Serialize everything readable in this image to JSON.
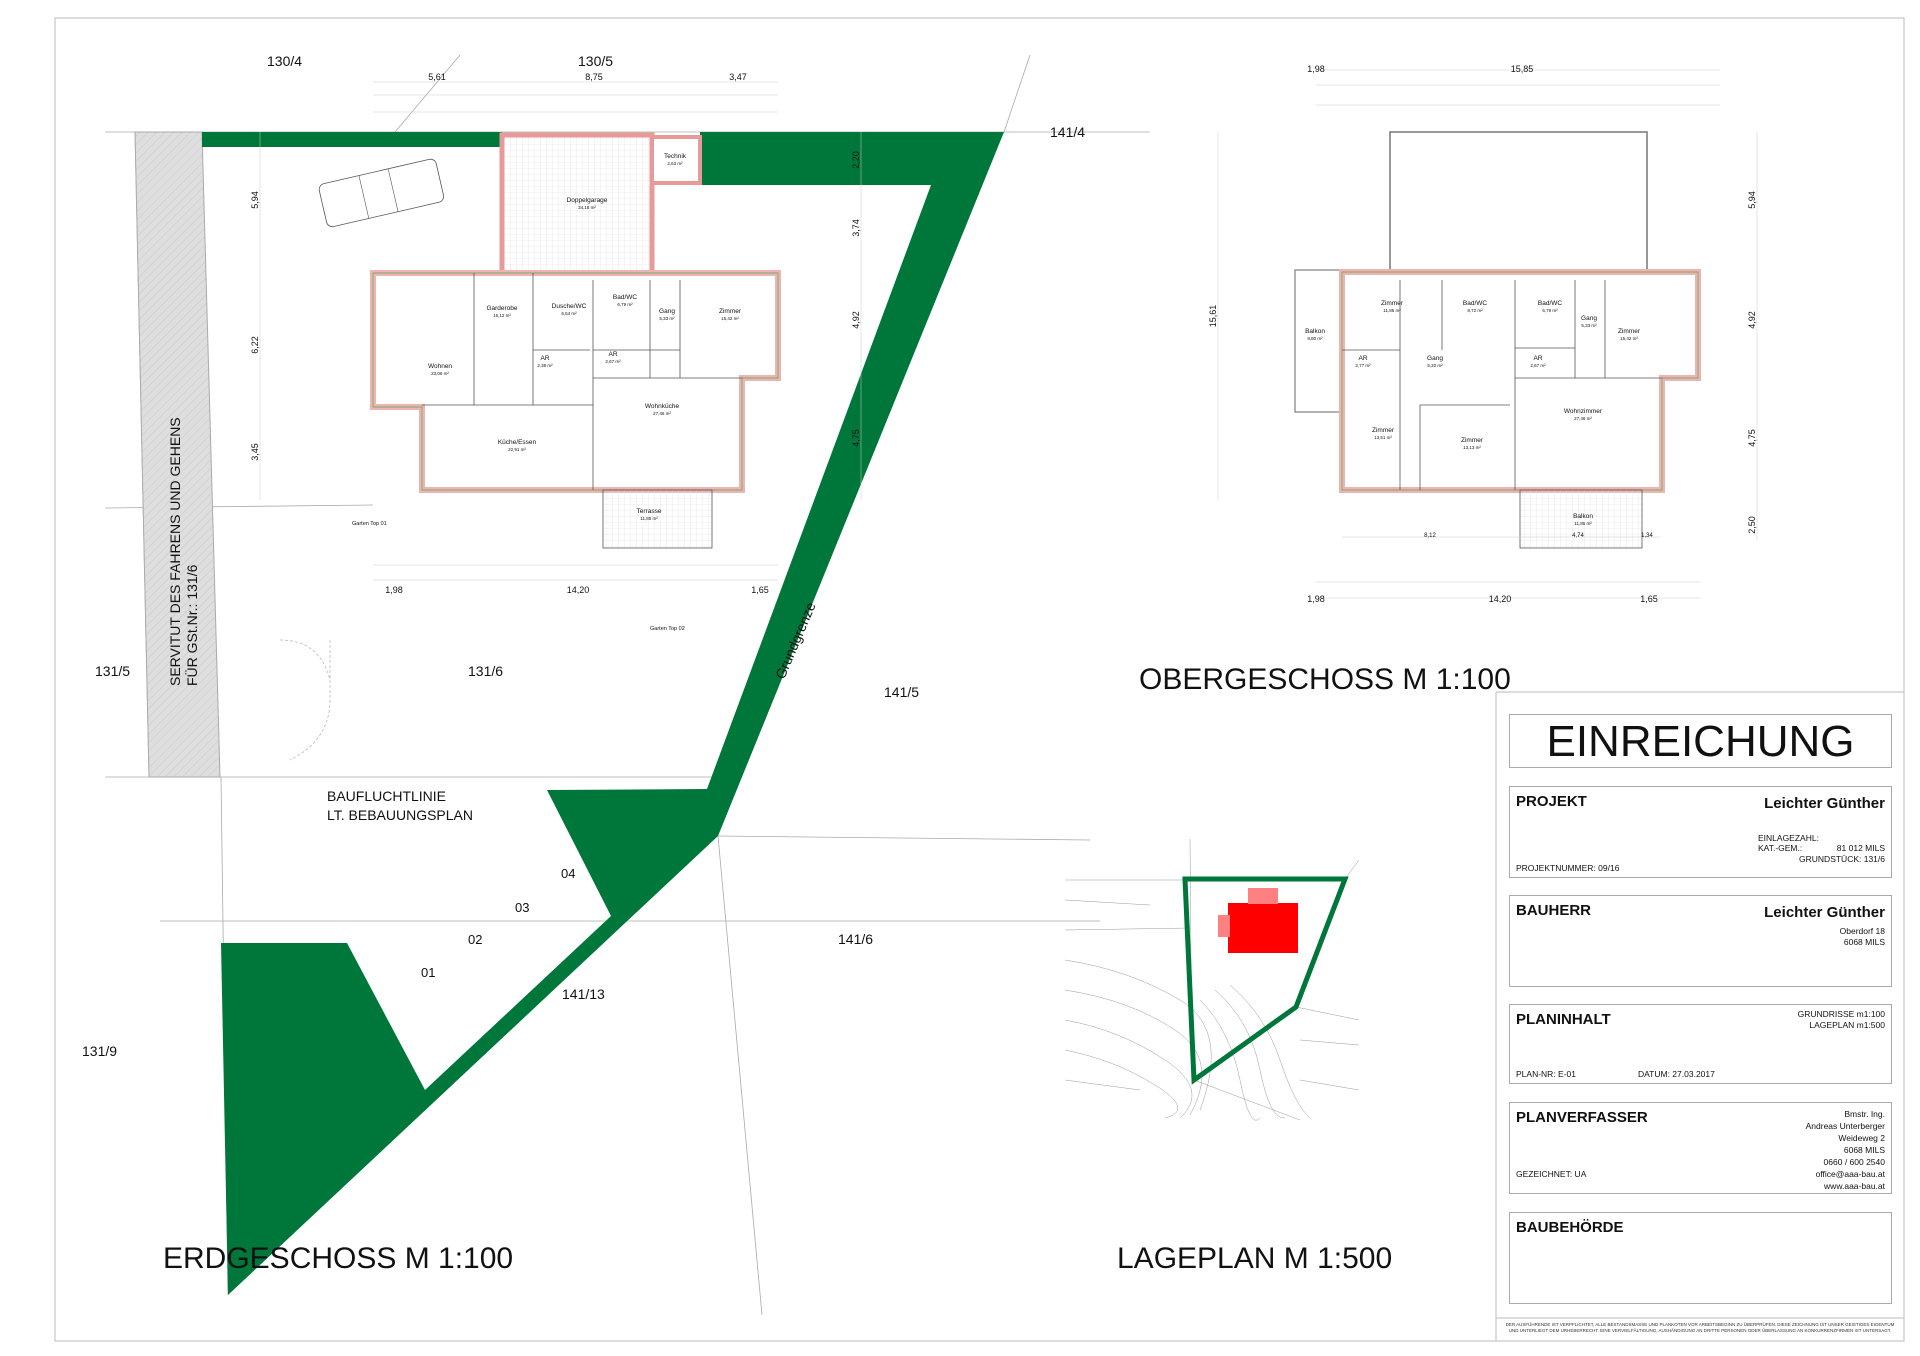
{
  "colors": {
    "green": "#00773a",
    "wall": "#f4c2c2",
    "red": "#ff0000",
    "line": "#999999",
    "servitut": "#d9d9d9"
  },
  "drawings": {
    "eg_title": "ERDGESCHOSS M 1:100",
    "og_title": "OBERGESCHOSS M 1:100",
    "lageplan_title": "LAGEPLAN M 1:500"
  },
  "parcels": [
    "130/4",
    "130/5",
    "141/4",
    "131/5",
    "131/6",
    "141/5",
    "131/9",
    "141/6",
    "141/13"
  ],
  "site": {
    "servitut_lines": [
      "SERVITUT DES FAHRENS UND GEHENS",
      "FÜR GSt.Nr.: 131/6"
    ],
    "grundgrenze": "Grundgrenze",
    "baufluchtlinie": [
      "BAUFLUCHTLINIE",
      "LT. BEBAUUNGSPLAN"
    ],
    "parking": [
      "01",
      "02",
      "03",
      "04"
    ],
    "garten_top01": "Garten Top 01",
    "garten_top02": "Garten Top 02"
  },
  "eg": {
    "rooms": [
      {
        "name": "Doppelgarage",
        "area": "34,18 m²"
      },
      {
        "name": "Technik",
        "area": "2,63 m²"
      },
      {
        "name": "Wohnen",
        "area": "23,06 m²"
      },
      {
        "name": "Garderobe",
        "area": "15,12 m²"
      },
      {
        "name": "Dusche/WC",
        "area": "6,54 m²"
      },
      {
        "name": "Bad/WC",
        "area": "6,79 m²"
      },
      {
        "name": "Gang",
        "area": "5,33 m²"
      },
      {
        "name": "Zimmer",
        "area": "15,42 m²"
      },
      {
        "name": "AR",
        "area": "2,38 m²"
      },
      {
        "name": "AR",
        "area": "2,67 m²"
      },
      {
        "name": "Küche/Essen",
        "area": "22,91 m²"
      },
      {
        "name": "Wohnküche",
        "area": "27,46 m²"
      },
      {
        "name": "Terrasse",
        "area": "11,85 m²"
      }
    ],
    "dimensions": {
      "top": [
        "5,61",
        "8,75",
        "3,47"
      ],
      "bottom": [
        "1,98",
        "14,20",
        "1,65"
      ],
      "left": [
        "5,94",
        "6,22",
        "3,45"
      ],
      "right": [
        "2,20",
        "3,74",
        "4,92",
        "4,75"
      ]
    }
  },
  "og": {
    "rooms": [
      {
        "name": "Zimmer",
        "area": "11,85 m²"
      },
      {
        "name": "Bad/WC",
        "area": "8,72 m²"
      },
      {
        "name": "Bad/WC",
        "area": "6,79 m²"
      },
      {
        "name": "Gang",
        "area": "5,33 m²"
      },
      {
        "name": "Zimmer",
        "area": "15,42 m²"
      },
      {
        "name": "Balkon",
        "area": "9,80 m²"
      },
      {
        "name": "AR",
        "area": "2,77 m²"
      },
      {
        "name": "Gang",
        "area": "5,20 m²"
      },
      {
        "name": "AR",
        "area": "2,67 m²"
      },
      {
        "name": "Zimmer",
        "area": "13,51 m²"
      },
      {
        "name": "Zimmer",
        "area": "13,13 m²"
      },
      {
        "name": "Wohnzimmer",
        "area": "27,46 m²"
      },
      {
        "name": "Balkon",
        "area": "11,85 m²"
      }
    ],
    "dimensions": {
      "top": [
        "1,98",
        "15,85"
      ],
      "bottom": [
        "1,98",
        "14,20",
        "1,65"
      ],
      "left": [
        "15,61"
      ],
      "right": [
        "5,94",
        "4,92",
        "4,75",
        "2,50"
      ],
      "balcony": [
        "8,12",
        "4,74",
        "1,34"
      ]
    }
  },
  "title_block": {
    "heading": "EINREICHUNG",
    "projekt": {
      "label": "PROJEKT",
      "name": "Leichter Günther",
      "einlagezahl_label": "EINLAGEZAHL:",
      "kat_gem_label": "KAT.-GEM.:",
      "kat_gem_value": "81 012 MILS",
      "grundstueck": "GRUNDSTÜCK:   131/6",
      "projektnummer": "PROJEKTNUMMER: 09/16"
    },
    "bauherr": {
      "label": "BAUHERR",
      "name": "Leichter Günther",
      "address1": "Oberdorf 18",
      "address2": "6068 MILS"
    },
    "planinhalt": {
      "label": "PLANINHALT",
      "line1": "GRUNDRISSE  m1:100",
      "line2": "LAGEPLAN  m1:500",
      "plan_nr": "PLAN-NR:  E-01",
      "datum": "DATUM:  27.03.2017"
    },
    "planverfasser": {
      "label": "PLANVERFASSER",
      "lines": [
        "Bmstr. Ing.",
        "Andreas Unterberger",
        "Weideweg 2",
        "6068 MILS",
        "0660 / 600 2540",
        "office@aaa-bau.at",
        "www.aaa-bau.at"
      ],
      "gezeichnet": "GEZEICHNET:   UA"
    },
    "baubehoerde": {
      "label": "BAUBEHÖRDE"
    },
    "disclaimer": [
      "DER AUSFÜHRENDE IST VERPFLICHTET, ALLE BESTANDSMASSE UND PLANKOTEN VOR ARBEITSBEGINN ZU ÜBERPRÜFEN. DIESE ZEICHNUNG IST UNSER GEISTIGES EIGENTUM",
      "UND UNTERLIEGT DEM URHEBERRECHT. EINE VERVIELFÄLTIGUNG, AUSHÄNDIGUNG AN DRITTE PERSONEN ODER ÜBERLASSUNG AN KONKURRENZFIRMEN IST UNTERSAGT."
    ]
  }
}
